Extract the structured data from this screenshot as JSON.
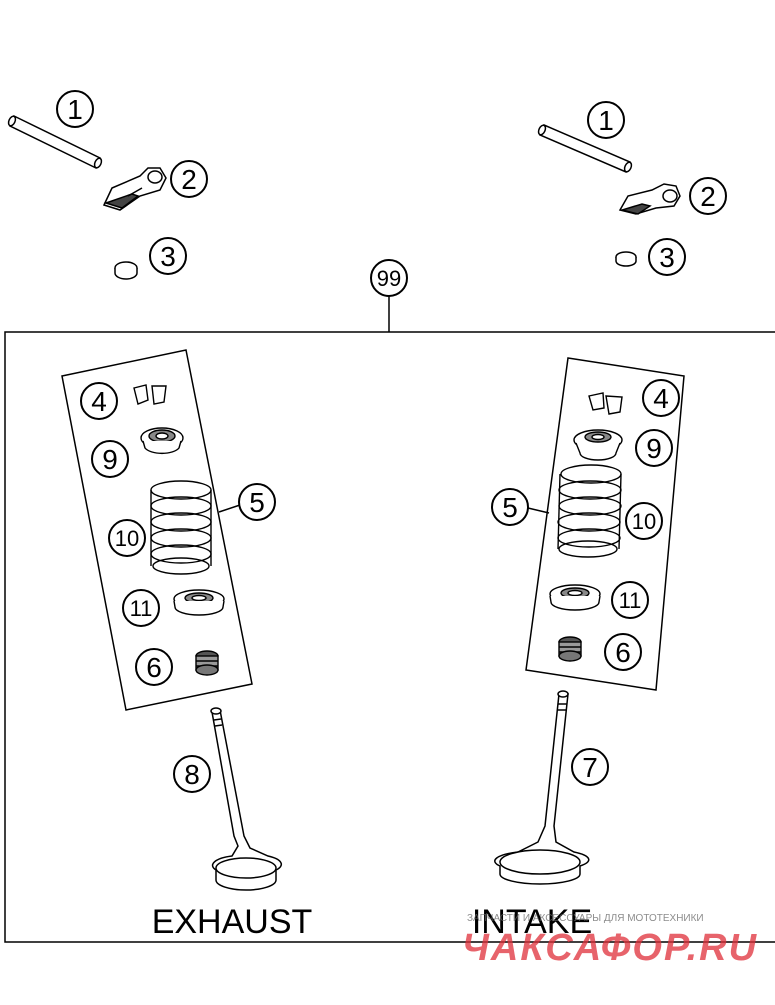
{
  "callouts": {
    "c1": "1",
    "c2": "2",
    "c3": "3",
    "c4": "4",
    "c5": "5",
    "c6": "6",
    "c7": "7",
    "c8": "8",
    "c9": "9",
    "c10": "10",
    "c11": "11",
    "c99": "99"
  },
  "labels": {
    "exhaust": "EXHAUST",
    "intake": "INTAKE"
  },
  "watermark": {
    "subtitle": "ЗАПЧАСТИ И АКСЕССУАРЫ ДЛЯ МОТОТЕХНИКИ",
    "brand": "ЧАКСАФОР.RU",
    "color": "#e0303a"
  }
}
